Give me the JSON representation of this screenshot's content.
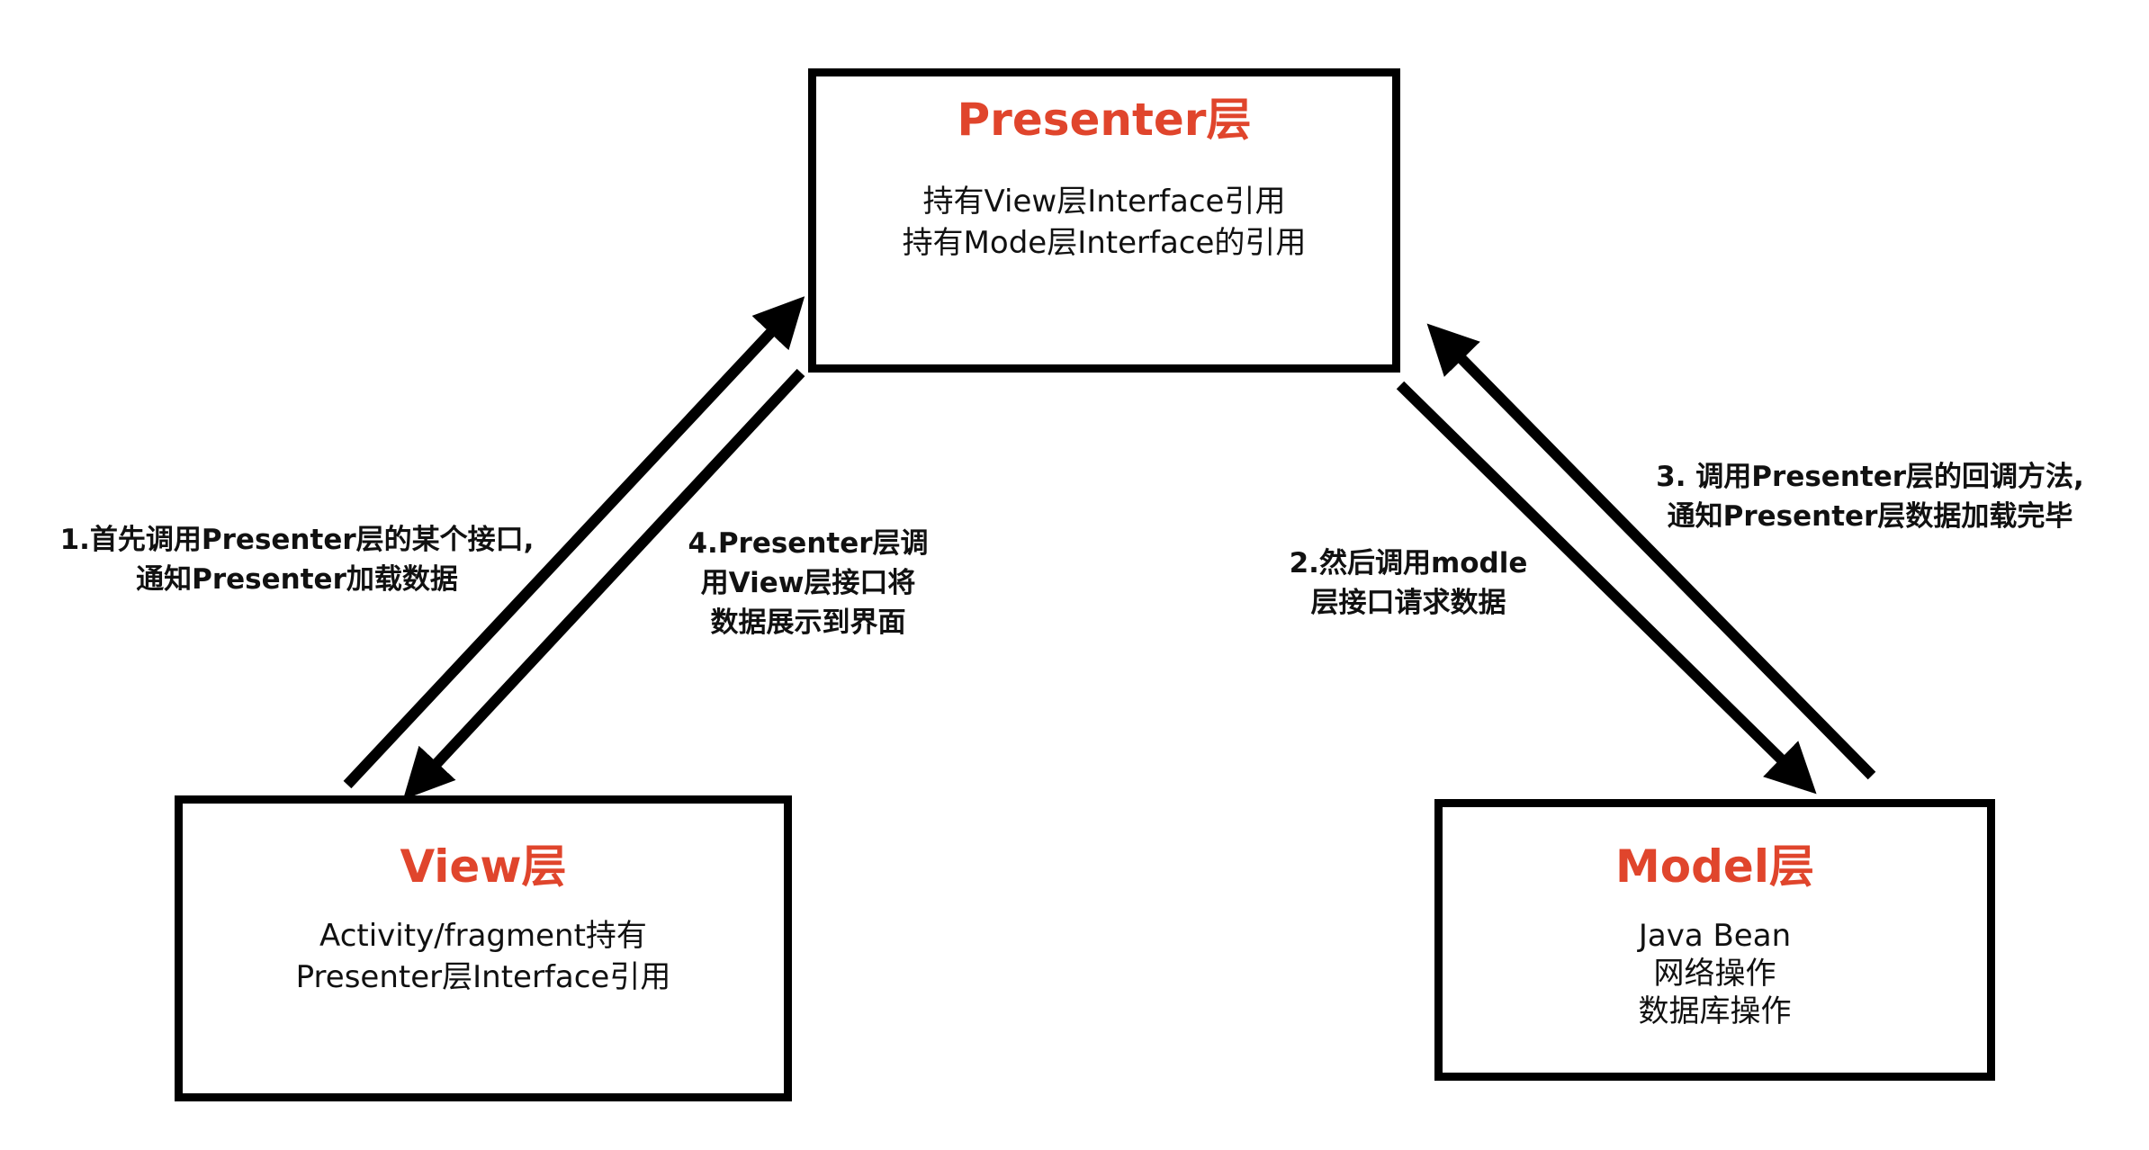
{
  "colors": {
    "title_accent": "#e0452c",
    "box_border": "#000000",
    "arrow": "#000000",
    "text": "#111111"
  },
  "presenter": {
    "title": "Presenter层",
    "lines": [
      "持有View层Interface引用",
      "持有Mode层Interface的引用"
    ]
  },
  "view": {
    "title": "View层",
    "lines": [
      "Activity/fragment持有",
      "Presenter层Interface引用"
    ]
  },
  "model": {
    "title": "Model层",
    "lines": [
      "Java Bean",
      "网络操作",
      "数据库操作"
    ]
  },
  "flows": [
    {
      "id": "step1",
      "from": "view",
      "to": "presenter",
      "lines": [
        "1.首先调用Presenter层的某个接口,",
        "通知Presenter加载数据"
      ]
    },
    {
      "id": "step2",
      "from": "presenter",
      "to": "model",
      "lines": [
        "2.然后调用modle",
        "层接口请求数据"
      ]
    },
    {
      "id": "step3",
      "from": "model",
      "to": "presenter",
      "lines": [
        "3. 调用Presenter层的回调方法,",
        "通知Presenter层数据加载完毕"
      ]
    },
    {
      "id": "step4",
      "from": "presenter",
      "to": "view",
      "lines": [
        "4.Presenter层调",
        "用View层接口将",
        "数据展示到界面"
      ]
    }
  ]
}
